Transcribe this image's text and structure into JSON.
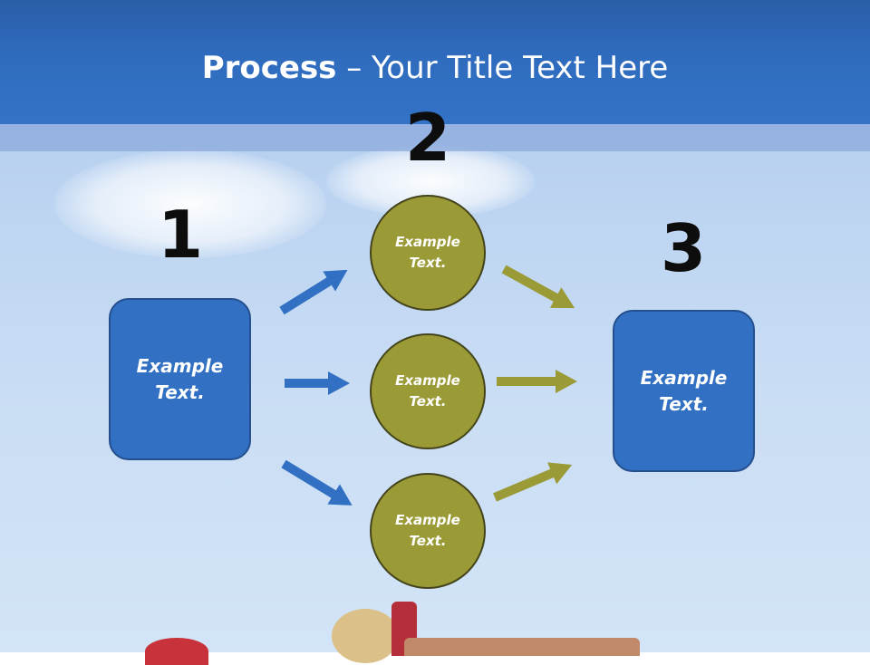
{
  "title": {
    "bold": "Process",
    "rest": " – Your Title Text Here"
  },
  "steps": {
    "n1": "1",
    "n2": "2",
    "n3": "3"
  },
  "nodes": {
    "left_box": "Example\nText.",
    "circle_top": "Example\nText.",
    "circle_mid": "Example\nText.",
    "circle_bottom": "Example\nText.",
    "right_box": "Example\nText."
  },
  "colors": {
    "header": "#2f6bbd",
    "box": "#3170c2",
    "circle": "#9a9a36",
    "arrow_blue": "#3170c2",
    "arrow_olive": "#9a9a36"
  }
}
